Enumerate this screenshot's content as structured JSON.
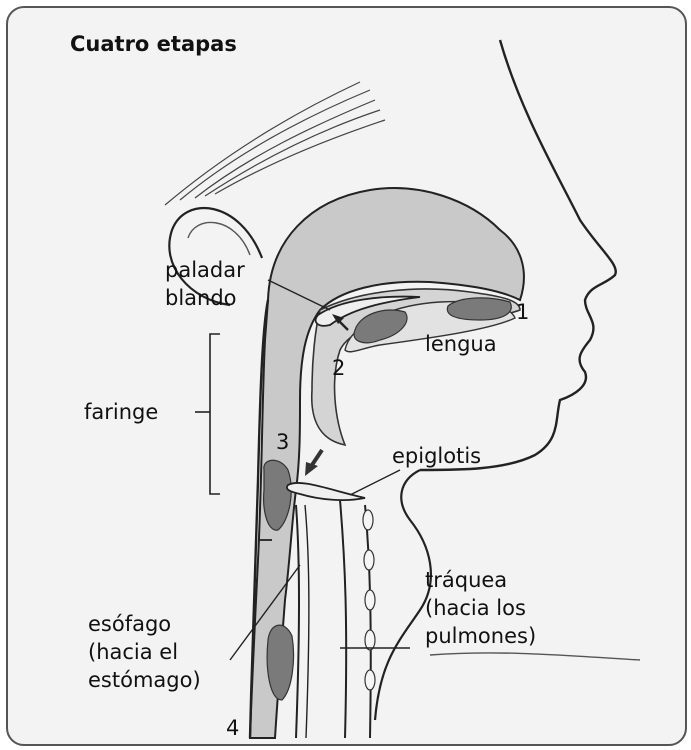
{
  "title": "Cuatro etapas",
  "labels": {
    "paladar_line1": "paladar",
    "paladar_line2": "blando",
    "lengua": "lengua",
    "faringe": "faringe",
    "epiglotis": "epiglotis",
    "traquea_line1": "tráquea",
    "traquea_line2": "(hacia los",
    "traquea_line3": "pulmones)",
    "esofago_line1": "esófago",
    "esofago_line2": "(hacia el",
    "esofago_line3": "estómago)"
  },
  "stages": [
    "1",
    "2",
    "3",
    "4"
  ],
  "colors": {
    "passage_fill": "#c9c9c9",
    "food_bolus": "#7a7a7a",
    "outline": "#222222",
    "frame": "#555555"
  }
}
